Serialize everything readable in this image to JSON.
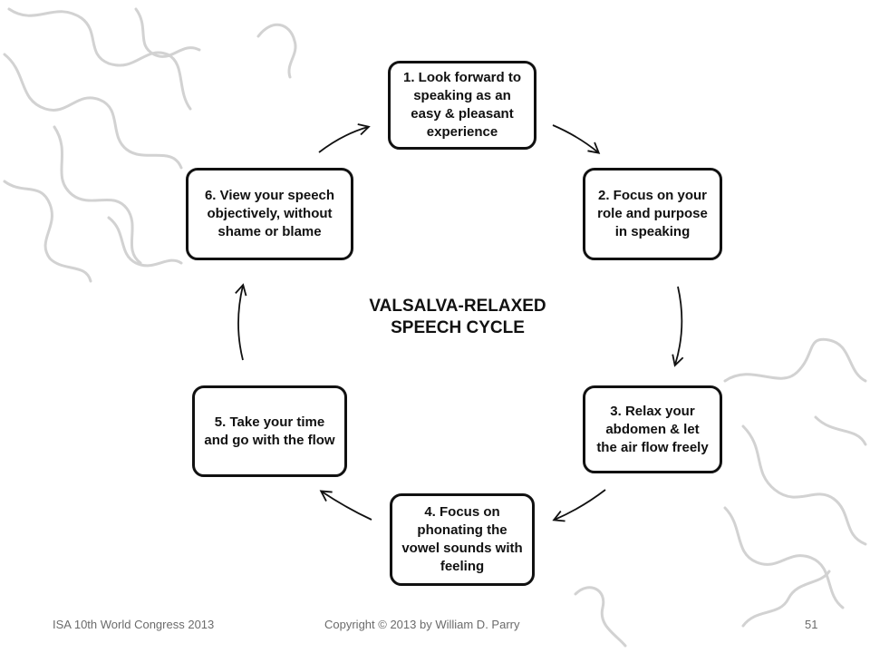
{
  "diagram": {
    "title_line1": "VALSALVA-RELAXED",
    "title_line2": "SPEECH CYCLE",
    "steps": [
      {
        "label": "1. Look forward to speaking as an easy & pleasant experience"
      },
      {
        "label": "2. Focus on your role and purpose in speaking"
      },
      {
        "label": "3. Relax your abdomen & let the air flow freely"
      },
      {
        "label": "4. Focus on phonating the vowel sounds with feeling"
      },
      {
        "label": "5. Take your time and go with the flow"
      },
      {
        "label": "6. View your speech objectively, without shame or blame"
      }
    ]
  },
  "footer": {
    "left": "ISA 10th World Congress 2013",
    "center": "Copyright © 2013 by William D. Parry",
    "page": "51"
  },
  "colors": {
    "box_border": "#111111",
    "puzzle_outline": "#d0d0d0",
    "footer_text": "#6b6b6b"
  }
}
